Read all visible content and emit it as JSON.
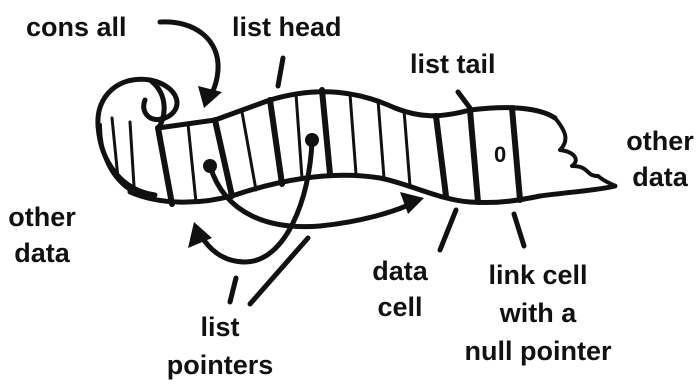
{
  "labels": {
    "cons_all": "cons all",
    "list_head": "list head",
    "list_tail": "list tail",
    "other_data_right_line1": "other",
    "other_data_right_line2": "data",
    "other_data_left_line1": "other",
    "other_data_left_line2": "data",
    "data_cell_line1": "data",
    "data_cell_line2": "cell",
    "link_cell_line1": "link cell",
    "link_cell_line2": "with a",
    "link_cell_line3": "null pointer",
    "list_pointers_line1": "list",
    "list_pointers_line2": "pointers"
  },
  "cells": {
    "null_value": "0"
  },
  "colors": {
    "ink": "#111111",
    "background": "#ffffff"
  }
}
